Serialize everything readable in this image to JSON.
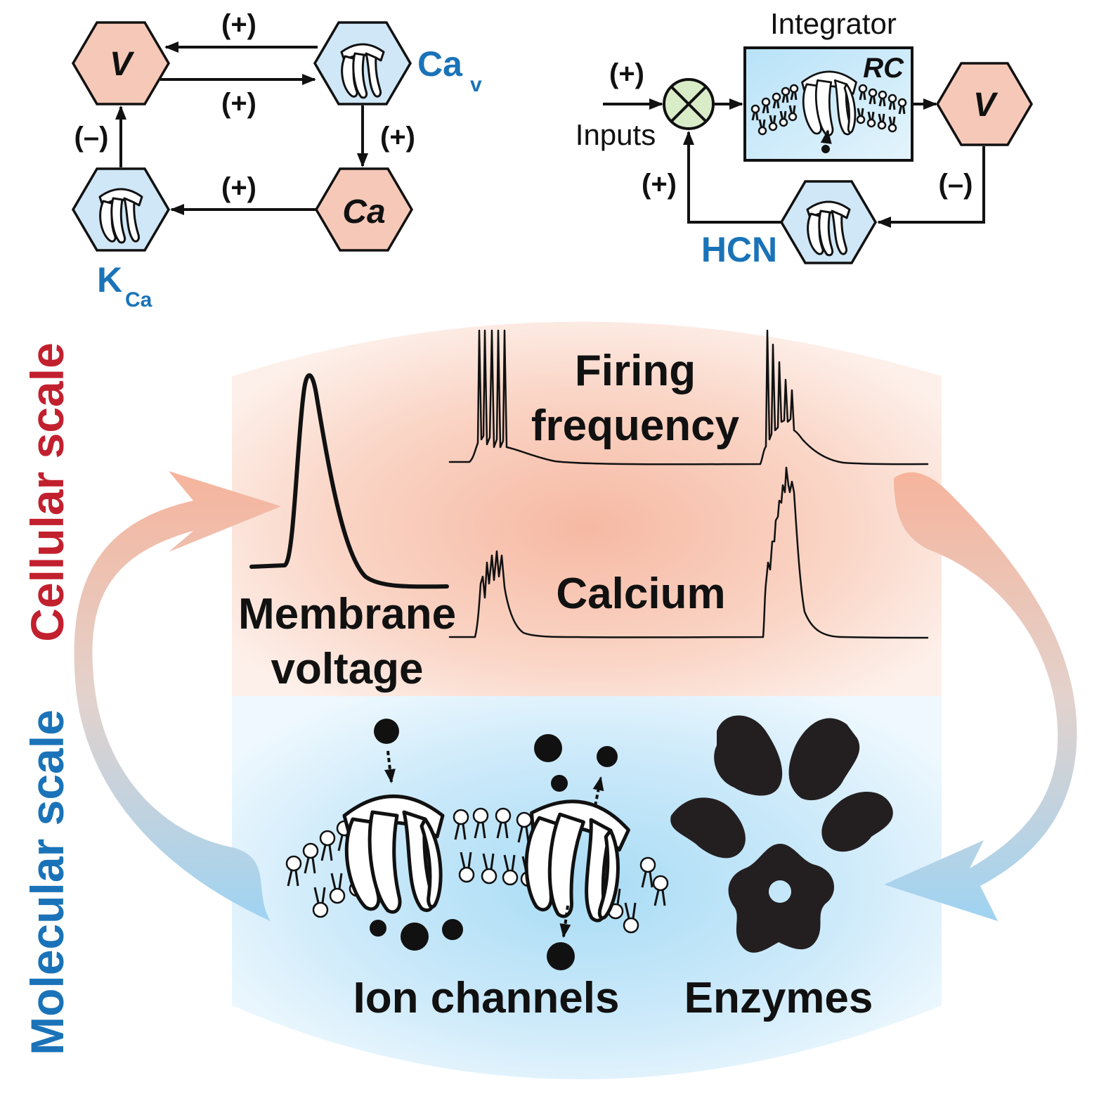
{
  "loop_diagram": {
    "v_label": "V",
    "cav_label": "Ca",
    "cav_sub": "v",
    "ca_label": "Ca",
    "kca_label": "K",
    "kca_sub": "Ca",
    "sign_top_arrow": "(+)",
    "sign_bottom_arrow": "(+)",
    "sign_right": "(+)",
    "sign_left": "(–)",
    "sign_lower": "(+)"
  },
  "integrator_diagram": {
    "title": "Integrator",
    "rc_label": "RC",
    "inputs_label": "Inputs",
    "input_sign": "(+)",
    "feedback_sign": "(+)",
    "output_sign": "(–)",
    "v_label": "V",
    "hcn_label": "HCN"
  },
  "scales": {
    "cellular": "Cellular scale",
    "molecular": "Molecular scale"
  },
  "traces": {
    "membrane_voltage_line1": "Membrane",
    "membrane_voltage_line2": "voltage",
    "firing_line1": "Firing",
    "firing_line2": "frequency",
    "calcium": "Calcium"
  },
  "molecular": {
    "ion_channels": "Ion channels",
    "enzymes": "Enzymes"
  },
  "colors": {
    "cellular_red": "#c2202e",
    "molecular_blue": "#1a73b8",
    "hex_salmon": "#f6c8b8",
    "hex_blue": "#cfe7f7",
    "summer_green": "#d9ecc8"
  }
}
